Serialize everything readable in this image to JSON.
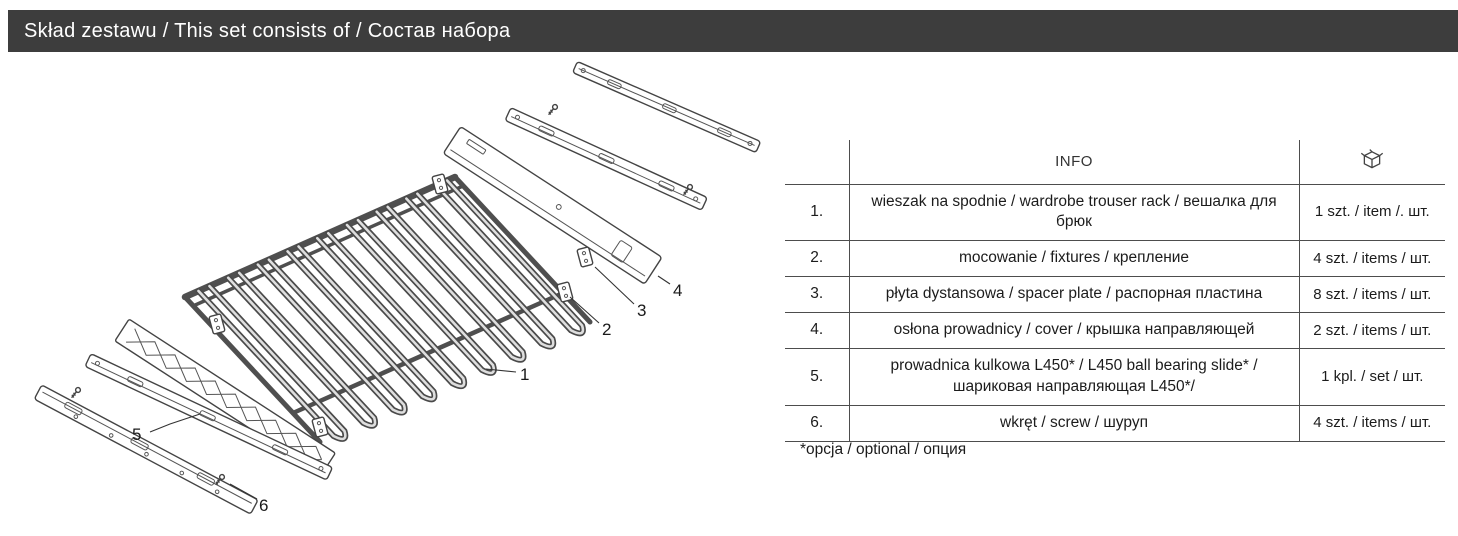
{
  "header": {
    "title": "Skład zestawu / This set consists of / Состав набора"
  },
  "table": {
    "info_header": "INFO",
    "qty_header_icon": "package-icon",
    "rows": [
      {
        "num": "1.",
        "info": "wieszak na spodnie / wardrobe trouser rack / вешалка для брюк",
        "qty": "1 szt. / item /. шт."
      },
      {
        "num": "2.",
        "info": "mocowanie / fixtures / крепление",
        "qty": "4 szt. / items / шт."
      },
      {
        "num": "3.",
        "info": "płyta dystansowa / spacer plate / распорная пластина",
        "qty": "8 szt. / items / шт."
      },
      {
        "num": "4.",
        "info": "osłona prowadnicy / cover / крышка направляющей",
        "qty": "2 szt. / items / шт."
      },
      {
        "num": "5.",
        "info": "prowadnica kulkowa L450* / L450 ball bearing slide* / шариковая направляющая L450*/",
        "qty": "1 kpl. / set / шт."
      },
      {
        "num": "6.",
        "info": "wkręt / screw / шуруп",
        "qty": "4 szt. / items / шт."
      }
    ],
    "footnote": "*opcja / optional / опция"
  },
  "diagram": {
    "callouts": [
      "1",
      "2",
      "3",
      "4",
      "5",
      "6"
    ]
  },
  "colors": {
    "header_bg": "#3d3d3d",
    "table_border": "#4d4d4d",
    "line": "#4a4a4a"
  }
}
